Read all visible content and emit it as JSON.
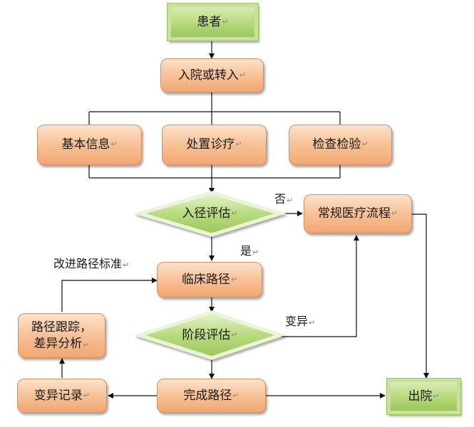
{
  "nodes": {
    "patient": "患者",
    "admission": "入院或转入",
    "basic_info": "基本信息",
    "treatment": "处置诊疗",
    "examination": "检查检验",
    "entry_evaluation": "入径评估",
    "routine_process": "常规医疗流程",
    "clinical_pathway": "临床路径",
    "stage_evaluation": "阶段评估",
    "complete_pathway": "完成路径",
    "variation_record": "变异记录",
    "tracking_analysis_line1": "路径跟踪，",
    "tracking_analysis_line2": "差异分析",
    "discharge": "出院"
  },
  "edge_labels": {
    "no": "否",
    "yes": "是",
    "variation": "变异",
    "improve_standard": "改进路径标准"
  },
  "paragraph_mark": "↵"
}
